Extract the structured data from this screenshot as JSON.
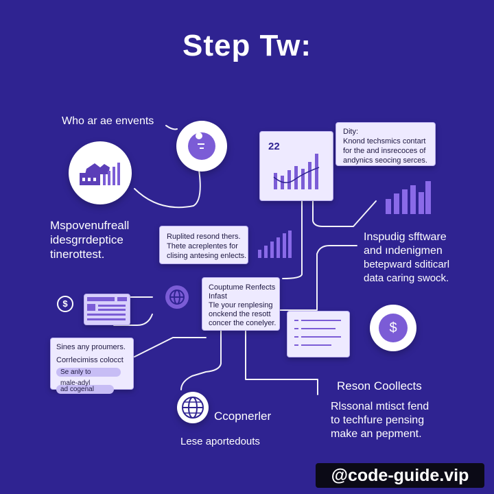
{
  "title": "Step Tw:",
  "nodes": {
    "events_label": "Who ar ae envents",
    "left_text": [
      "Mspovenufreall",
      "idesgrrdeptice",
      "tinerottest."
    ],
    "chart_card_number": "22",
    "top_right_card": [
      "Dity:",
      "Knond techsmics contart",
      "for the and insrecoces of",
      "andynics seocing serces."
    ],
    "middle_card": [
      "Ruplited resond thers.",
      "Thete acreplentes for",
      "clising antesing enlects."
    ],
    "right_text": [
      "Inspudig sfftware",
      "and ındenigmen",
      "betepward sditicarl",
      "data caring swock."
    ],
    "center_card": [
      "Couptume Renfects",
      "Infast",
      "Tle your renplesing",
      "onckend the resott",
      "concer the conelyer."
    ],
    "bottom_left_card": {
      "heading": "Sines any proumers.",
      "line": "Corrlecimiss colocct",
      "pills": [
        "Se anly          to",
        "male-adyl",
        "ad cogenal"
      ]
    },
    "globe_label": "Ccopnerler",
    "bottom_caption": "Lese aportedouts",
    "reason_title": "Reson Coollects",
    "reason_text": [
      "Rlssonal mtisct fend",
      "to techfure pensing",
      "make an pepment."
    ],
    "dollar_symbol": "$",
    "small_dollar_symbol": "$"
  },
  "watermark": "@code-guide.vip",
  "colors": {
    "background": "#2f2391",
    "accent": "#7b5cd6",
    "card": "#eeeaff",
    "wire": "#ffffff"
  }
}
